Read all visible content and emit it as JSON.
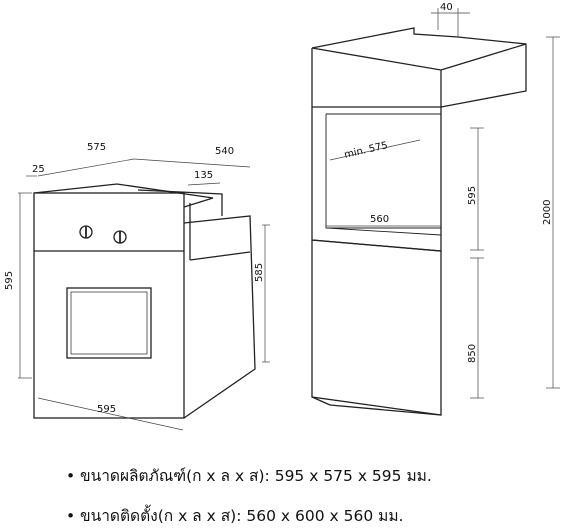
{
  "oven_dims": {
    "side_offset": "25",
    "depth_total": "575",
    "depth_body": "540",
    "control_offset": "135",
    "height_total": "595",
    "height_body": "585",
    "width_front": "595"
  },
  "cabinet_dims": {
    "top_step": "40",
    "niche_depth": "min. 575",
    "niche_height": "595",
    "niche_width": "560",
    "lower_height": "850",
    "total_height": "2000"
  },
  "specs": [
    {
      "bullet": "•",
      "text": "ขนาดผลิตภัณฑ์(ก x ล x ส): 595 x 575 x 595 มม."
    },
    {
      "bullet": "•",
      "text": "ขนาดติดตั้ง(ก x ล x ส): 560 x 600 x 560 มม."
    }
  ]
}
